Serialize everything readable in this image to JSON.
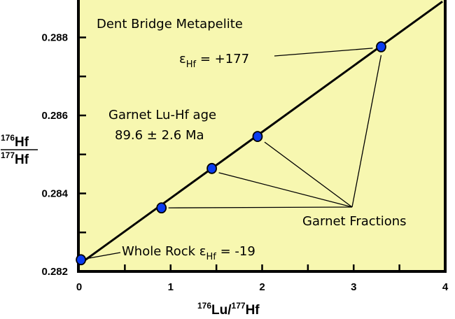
{
  "chart_data": {
    "type": "scatter",
    "title": "Dent Bridge Metapelite",
    "xlabel": {
      "sup1": "176",
      "main1": "Lu/",
      "sup2": "177",
      "main2": "Hf"
    },
    "ylabel": {
      "num_sup": "176",
      "num": "Hf",
      "den_sup": "177",
      "den": "Hf"
    },
    "xlim": [
      0,
      4
    ],
    "ylim": [
      0.282,
      0.289
    ],
    "x_ticks": [
      "0",
      "1",
      "2",
      "3",
      "4"
    ],
    "x_tick_values": [
      0,
      1,
      2,
      3,
      4
    ],
    "x_minor_step": 0.5,
    "y_ticks": [
      "0.282",
      "0.284",
      "0.286",
      "0.288"
    ],
    "y_tick_values": [
      0.282,
      0.284,
      0.286,
      0.288
    ],
    "y_minor_step": 0.001,
    "grid": false,
    "points": [
      {
        "name": "Whole Rock",
        "x": 0.02,
        "y": 0.2823
      },
      {
        "name": "Garnet fraction 1",
        "x": 0.9,
        "y": 0.28363
      },
      {
        "name": "Garnet fraction 2",
        "x": 1.45,
        "y": 0.28464
      },
      {
        "name": "Garnet fraction 3",
        "x": 1.95,
        "y": 0.28546
      },
      {
        "name": "Garnet fraction 4",
        "x": 3.3,
        "y": 0.28776
      }
    ],
    "isochron": {
      "x": [
        0,
        3.97
      ],
      "y": [
        0.28218,
        0.28892
      ]
    },
    "annotations": {
      "age_line1": "Garnet Lu-Hf age",
      "age_line2": "89.6 ± 2.6 Ma",
      "eps_high_symbol": "ε",
      "eps_high_sub": "Hf",
      "eps_high_value": " = +177",
      "whole_rock_label": "Whole Rock ",
      "eps_low_symbol": "ε",
      "eps_low_sub": "Hf",
      "eps_low_value": " = -19",
      "fractions_label": "Garnet Fractions"
    },
    "colors": {
      "plot_bg": "#f7f7b0",
      "point": "#0a3cf0",
      "line": "#000000"
    }
  }
}
